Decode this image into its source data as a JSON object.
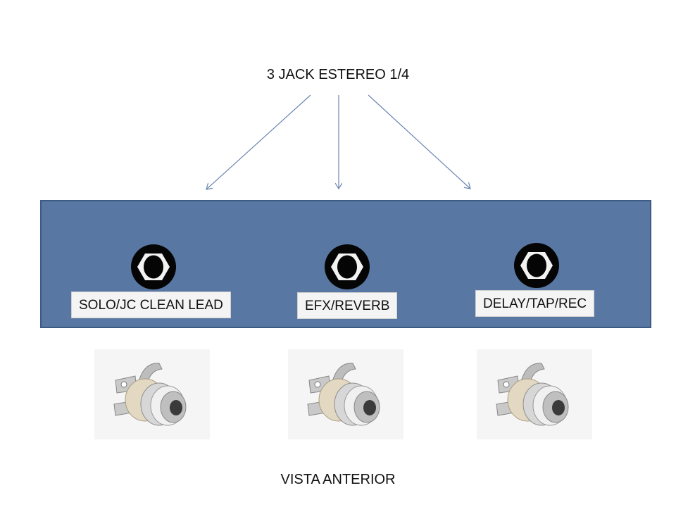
{
  "diagram": {
    "title": "3 JACK ESTEREO 1/4",
    "footer": "VISTA ANTERIOR",
    "colors": {
      "panel": "#5878a3",
      "panel_border": "#3d5a82",
      "arrow": "#6b86b3",
      "label_bg": "#f4f4f4"
    },
    "jacks": [
      {
        "label": "SOLO/JC CLEAN LEAD"
      },
      {
        "label": "EFX/REVERB"
      },
      {
        "label": "DELAY/TAP/REC"
      }
    ]
  }
}
